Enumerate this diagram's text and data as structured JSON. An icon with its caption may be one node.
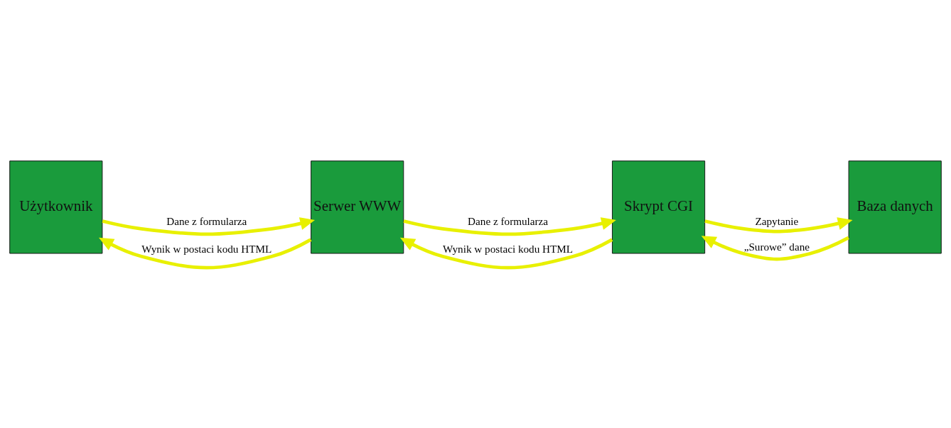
{
  "diagram": {
    "nodes": [
      {
        "text": [
          "Użytkownik"
        ]
      },
      {
        "text": [
          "Serwer WWW"
        ]
      },
      {
        "text": [
          "Skrypt CGI"
        ]
      },
      {
        "text": [
          "Baza danych"
        ]
      }
    ],
    "edges": [
      {
        "from": 0,
        "to": 1,
        "arrow": "to",
        "label": "Dane z formularza"
      },
      {
        "from": 1,
        "to": 2,
        "arrow": "to",
        "label": "Dane z formularza"
      },
      {
        "from": 2,
        "to": 3,
        "arrow": "to",
        "label": "Zapytanie"
      },
      {
        "from": 3,
        "to": 2,
        "arrow": "to",
        "label": "„Surowe” dane"
      },
      {
        "from": 2,
        "to": 1,
        "arrow": "to",
        "label": "Wynik w postaci kodu HTML"
      },
      {
        "from": 1,
        "to": 0,
        "arrow": "to",
        "label": "Wynik w postaci kodu HTML"
      }
    ]
  }
}
